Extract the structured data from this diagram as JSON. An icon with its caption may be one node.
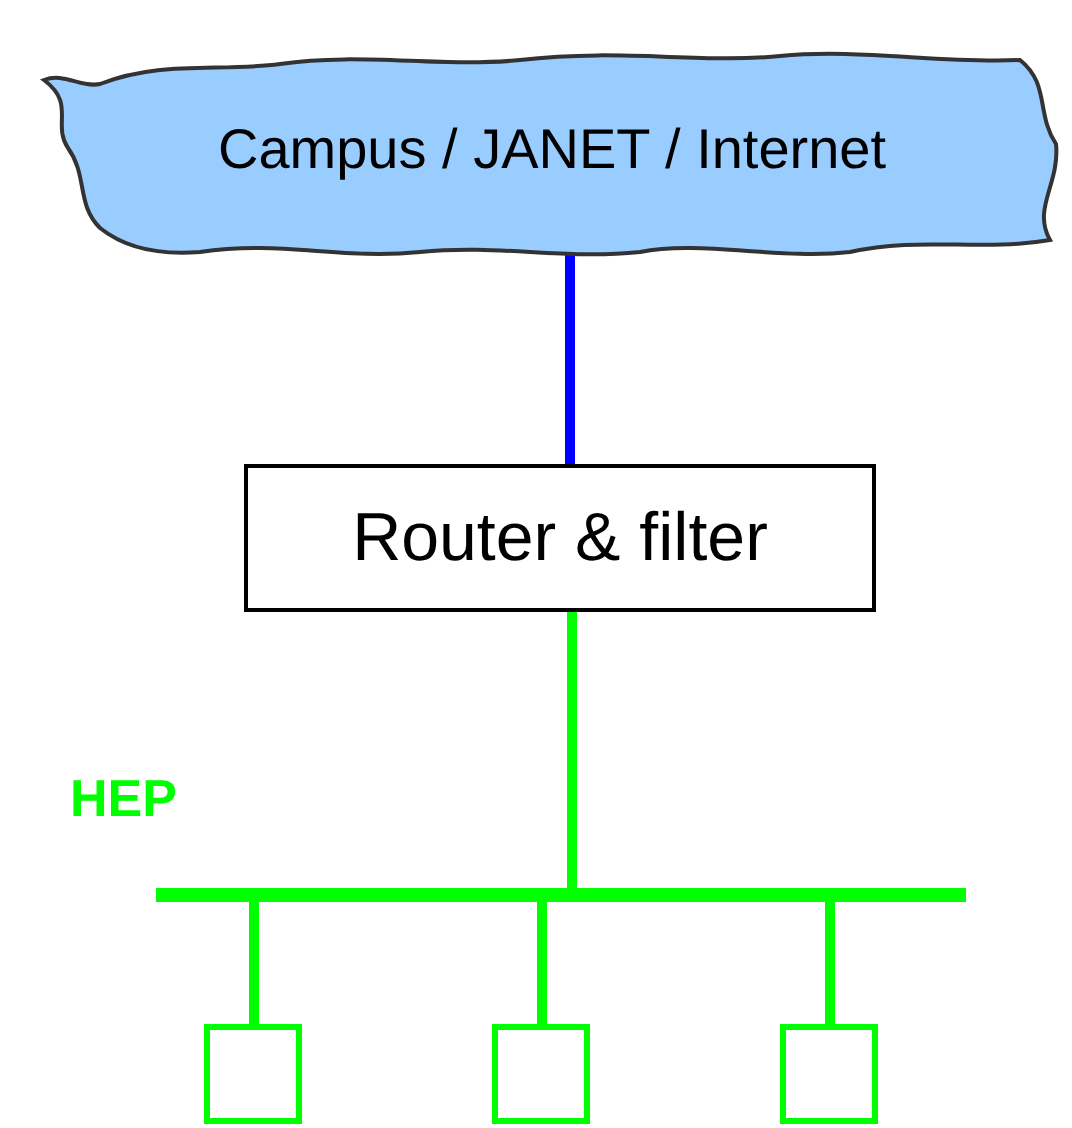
{
  "diagram": {
    "nodes": [
      {
        "text": [
          "Campus / JANET / Internet"
        ]
      },
      {
        "text": [
          "Router & filter"
        ]
      },
      {
        "text": [],
        "shape": "bar"
      },
      {
        "text": [],
        "shape": "box"
      },
      {
        "text": [],
        "shape": "box"
      },
      {
        "text": [],
        "shape": "box"
      }
    ],
    "edges": [
      {
        "from": 0,
        "to": 1,
        "arrow": "none",
        "color": "#0000ff"
      },
      {
        "from": 1,
        "to": 2,
        "arrow": "none"
      },
      {
        "from": 2,
        "to": 3,
        "arrow": "none"
      },
      {
        "from": 2,
        "to": 4,
        "arrow": "none"
      },
      {
        "from": 2,
        "to": 5,
        "arrow": "none"
      }
    ],
    "labels": [
      "HEP"
    ]
  }
}
